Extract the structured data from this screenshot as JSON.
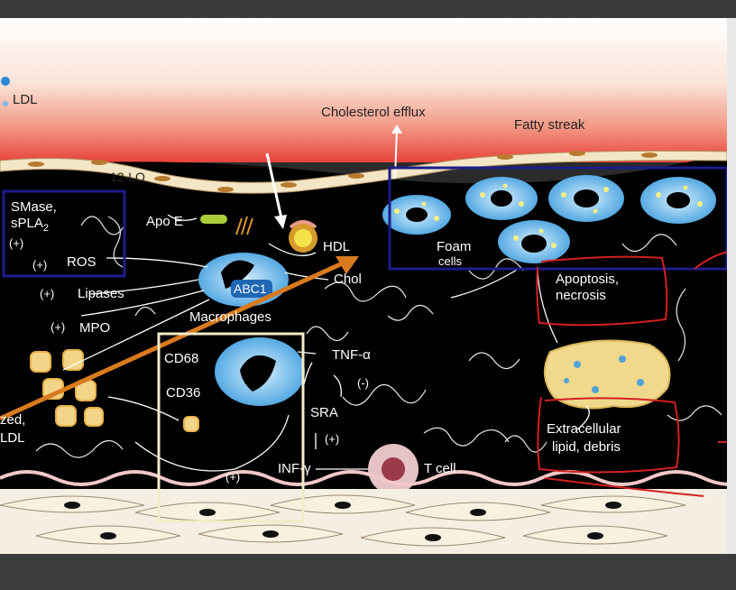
{
  "labels": {
    "ldl": "LDL",
    "cholesterol_efflux": "Cholesterol efflux",
    "fatty_streak": "Fatty streak",
    "lo12": "12-LO",
    "smase": "SMase,",
    "spla2": "sPLA",
    "spla2_sub": "2",
    "plus1": "(+)",
    "plus_ros": "(+)",
    "ros": "ROS",
    "plus_lipases": "(+)",
    "lipases": "Lipases",
    "plus_mpo": "(+)",
    "mpo": "MPO",
    "apoe": "Apo E",
    "hdl": "HDL",
    "chol": "Chol",
    "abc1": "ABC1",
    "macrophages": "Macrophages",
    "foam_cells": "Foam",
    "foam_cells2": "cells",
    "apoptosis": "Apoptosis,",
    "necrosis": "necrosis",
    "cd68": "CD68",
    "cd36": "CD36",
    "tnf": "TNF-α",
    "minus": "(-)",
    "sra": "SRA",
    "plus_sra": "(+)",
    "plus_bottom": "(+)",
    "ifn": "INF-γ",
    "tcell": "T cell",
    "extracellular": "Extracellular",
    "lipid_debris": "lipid, debris",
    "oxidized": "zed,",
    "ldl2": "LDL"
  },
  "colors": {
    "background": "#000000",
    "lumen": "#f8c8b4",
    "annotation_blue": "#1c1c8c",
    "annotation_red": "#d42020",
    "arrow_orange": "#d97a1e",
    "highlight_box": "#f2ecc8"
  }
}
